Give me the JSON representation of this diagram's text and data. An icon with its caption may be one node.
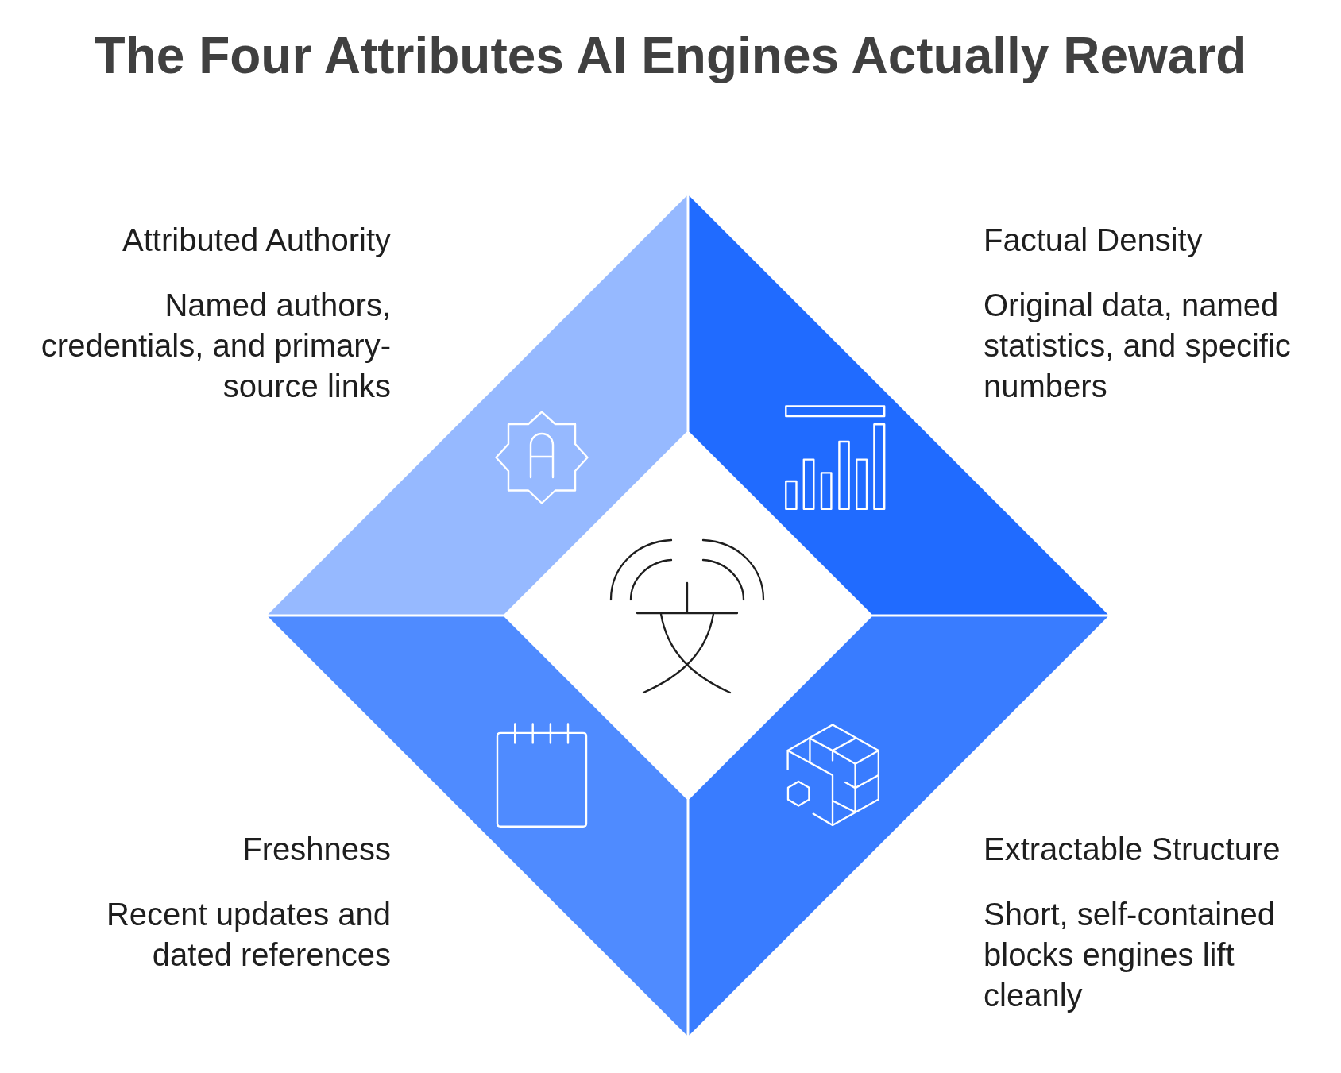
{
  "diagram": {
    "title": "The Four Attributes AI Engines Actually Reward",
    "nodes": [
      {
        "text": [
          "Attributed Authority",
          "Named authors, credentials, and primary-source links"
        ]
      },
      {
        "text": [
          "Factual Density",
          "Original data, named statistics, and specific numbers"
        ]
      },
      {
        "text": [
          "Freshness",
          "Recent updates and dated references"
        ]
      },
      {
        "text": [
          "Extractable Structure",
          "Short, self-contained blocks engines lift cleanly"
        ]
      }
    ]
  }
}
